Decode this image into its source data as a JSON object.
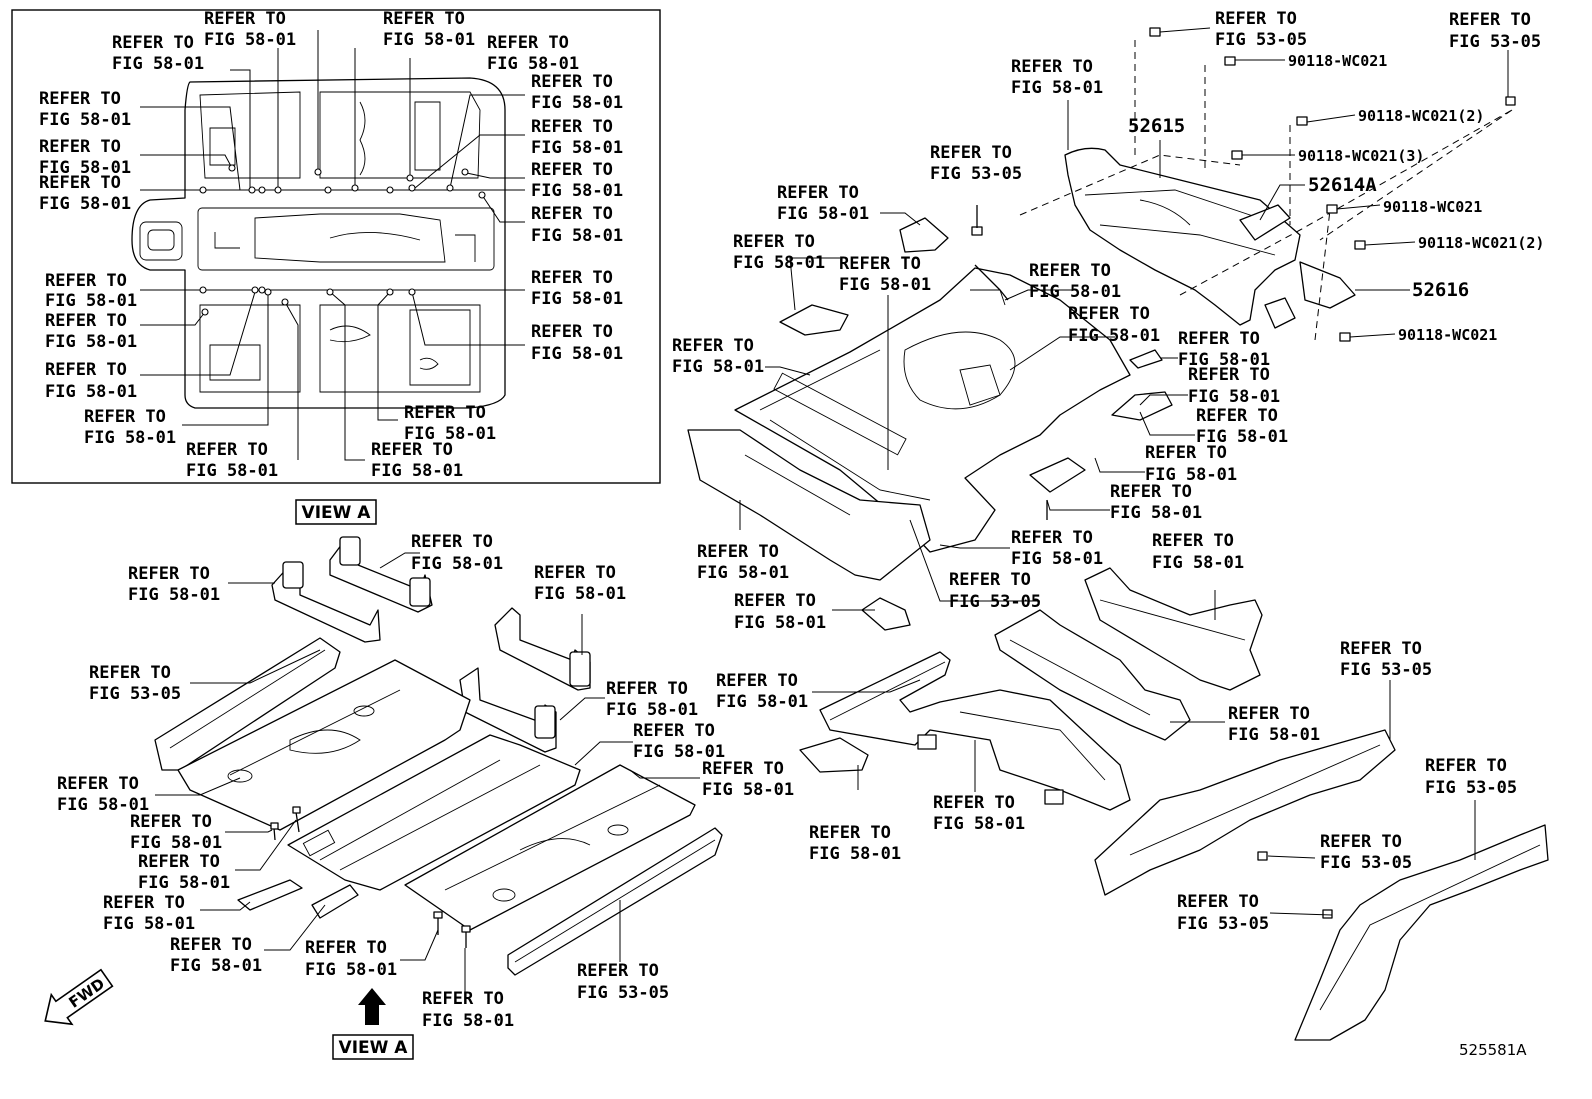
{
  "diagram": {
    "refer_58": [
      "REFER TO",
      "FIG 58-01"
    ],
    "refer_53": [
      "REFER TO",
      "FIG 53-05"
    ],
    "view_label": "VIEW A",
    "fwd_label": "FWD",
    "part_numbers": {
      "p52615": "52615",
      "p52614a": "52614A",
      "p52616": "52616",
      "bolt_1": "90118-WC021",
      "bolt_2": "90118-WC021(2)",
      "bolt_3": "90118-WC021(3)"
    },
    "illustration_id": "525581A"
  }
}
